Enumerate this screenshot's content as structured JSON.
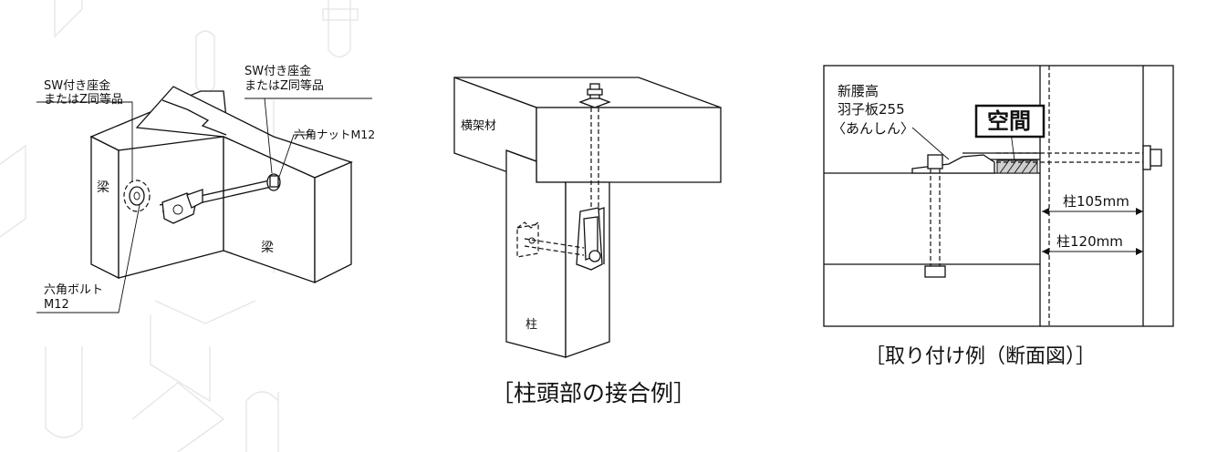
{
  "figure1": {
    "label_sw_left_1": "SW付き座金",
    "label_sw_left_2": "またはZ同等品",
    "label_sw_right_1": "SW付き座金",
    "label_sw_right_2": "またはZ同等品",
    "label_nut": "六角ナットM12",
    "label_beam_left": "梁",
    "label_beam_right": "梁",
    "label_bolt_1": "六角ボルト",
    "label_bolt_2": "M12"
  },
  "figure2": {
    "label_crossbeam": "横架材",
    "label_post": "柱",
    "caption": "［柱頭部の接合例］"
  },
  "figure3": {
    "label_product_1": "新腰高",
    "label_product_2": "羽子板255",
    "label_product_3": "〈あんしん〉",
    "label_gap": "空間",
    "dim_105": "柱105mm",
    "dim_120": "柱120mm",
    "caption": "［取り付け例（断面図）］"
  }
}
